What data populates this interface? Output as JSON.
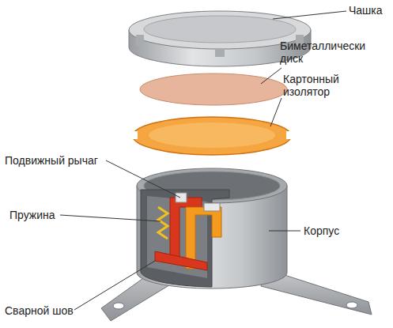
{
  "diagram": {
    "labels": [
      "Чашка",
      "Биметаллически диск",
      "Картонный изолятор",
      "Подвижный рычаг",
      "Пружина",
      "Корпус",
      "Сварной шов"
    ]
  }
}
